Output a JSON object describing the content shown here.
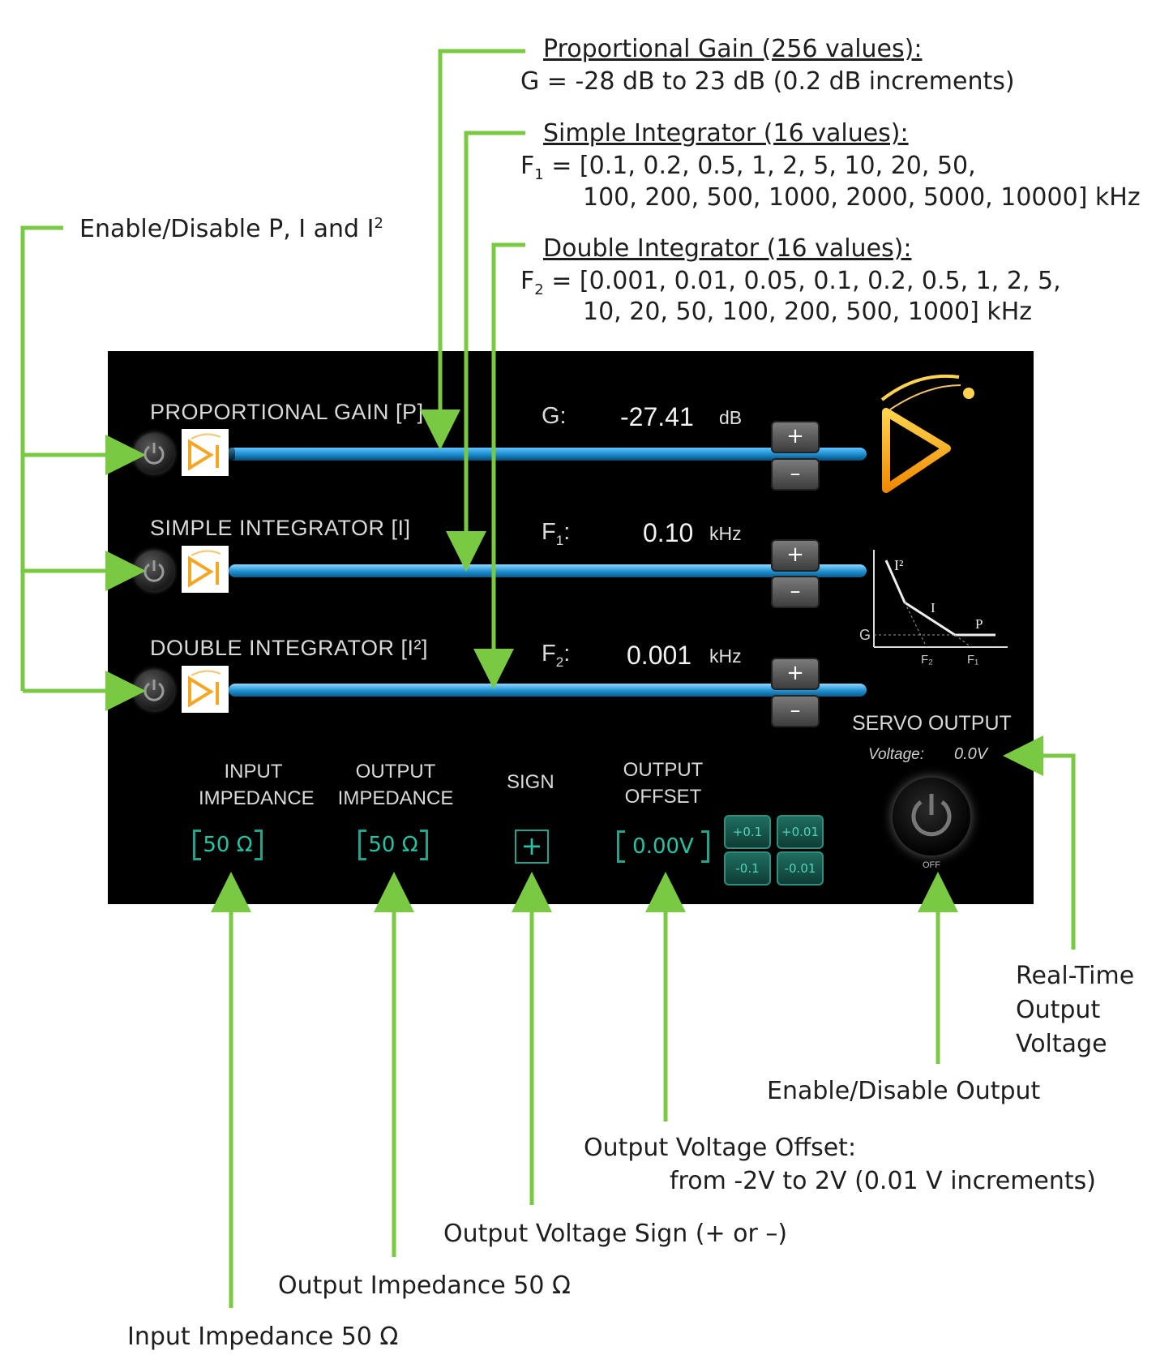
{
  "annotations": {
    "proportional_heading": "Proportional Gain (256 values):",
    "proportional_range": "G = -28 dB to 23 dB (0.2 dB increments)",
    "simple_heading": "Simple Integrator (16 values):",
    "simple_f_label": "F",
    "simple_f_sub": "1",
    "simple_line1": " = [0.1, 0.2, 0.5, 1, 2, 5, 10, 20, 50,",
    "simple_line2": "100, 200, 500, 1000, 2000, 5000, 10000] kHz",
    "double_heading": "Double Integrator (16 values):",
    "double_f_label": "F",
    "double_f_sub": "2",
    "double_line1": " = [0.001, 0.01, 0.05, 0.1, 0.2, 0.5, 1, 2, 5,",
    "double_line2": "10, 20, 50, 100, 200, 500, 1000] kHz",
    "enable_pi": "Enable/Disable P, I and I",
    "enable_pi_sup": "2",
    "real_time_1": "Real-Time",
    "real_time_2": "Output",
    "real_time_3": "Voltage",
    "enable_output": "Enable/Disable Output",
    "offset_1": "Output Voltage Offset:",
    "offset_2": "from  -2V to 2V (0.01 V increments)",
    "sign": "Output Voltage Sign (+ or –)",
    "out_imp": "Output Impedance 50 Ω",
    "in_imp": "Input Impedance 50 Ω"
  },
  "panel": {
    "rows": [
      {
        "label": "PROPORTIONAL GAIN [P]",
        "var": "G:",
        "var_sub": "",
        "value": "-27.41",
        "unit": "dB",
        "level": 0.01
      },
      {
        "label": "SIMPLE INTEGRATOR [I]",
        "var": "F",
        "var_sub": "1",
        "var_suffix": ":",
        "value": "0.10",
        "unit": "kHz",
        "level": 0.0
      },
      {
        "label": "DOUBLE INTEGRATOR [I²]",
        "var": "F",
        "var_sub": "2",
        "var_suffix": ":",
        "value": "0.001",
        "unit": "kHz",
        "level": 0.0
      }
    ],
    "plus": "+",
    "minus": "–",
    "input_impedance": {
      "label1": "INPUT",
      "label2": "IMPEDANCE",
      "value": "50 Ω"
    },
    "output_impedance": {
      "label1": "OUTPUT",
      "label2": "IMPEDANCE",
      "value": "50 Ω"
    },
    "sign": {
      "label": "SIGN",
      "value": "+"
    },
    "output_offset": {
      "label1": "OUTPUT",
      "label2": "OFFSET",
      "value": "0.00V"
    },
    "offset_buttons": [
      "+0.1",
      "+0.01",
      "-0.1",
      "-0.01"
    ],
    "servo_output": "SERVO OUTPUT",
    "voltage_label": "Voltage:",
    "voltage_value": "0.0V",
    "off_label": "OFF",
    "graph": {
      "i2": "I²",
      "i": "I",
      "p": "P",
      "g": "G",
      "f2": "F₂",
      "f1": "F₁"
    }
  },
  "colors": {
    "arrow": "#7ac943",
    "panel": "#000000",
    "teal": "#22c5a5",
    "logo_orange": "#f5a623"
  }
}
